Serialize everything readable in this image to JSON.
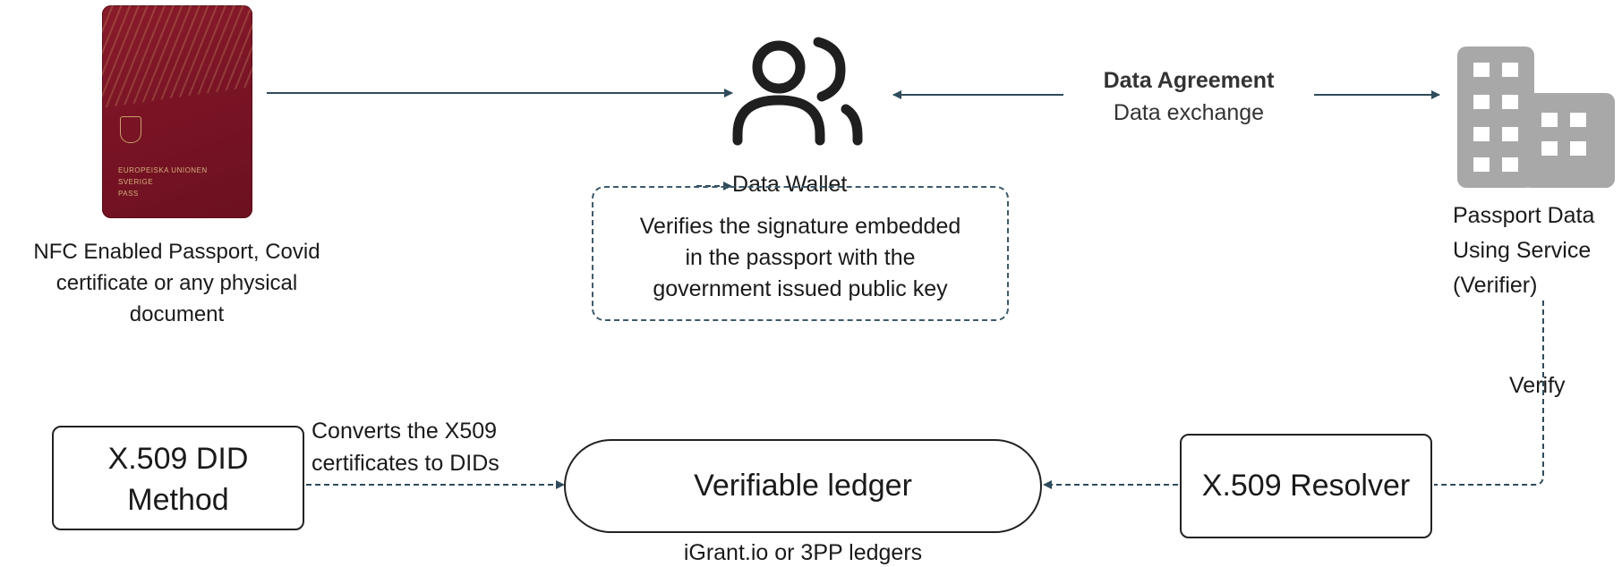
{
  "passport": {
    "cover_lines": [
      "EUROPEISKA UNIONEN",
      "SVERIGE",
      "PASS"
    ],
    "caption_lines": [
      "NFC Enabled Passport, Covid",
      "certificate or any physical",
      "document"
    ]
  },
  "wallet": {
    "title": "Data Wallet",
    "description_lines": [
      "Verifies the signature embedded",
      "in the passport with the",
      "government issued public key"
    ]
  },
  "agreement": {
    "title": "Data Agreement",
    "subtitle": "Data exchange"
  },
  "verifier": {
    "lines": [
      "Passport Data",
      "Using Service",
      "(Verifier)"
    ],
    "edge_label": "Verify"
  },
  "did_method": {
    "lines": [
      "X.509 DID",
      "Method"
    ],
    "edge_label_lines": [
      "Converts the X509",
      "certificates to DIDs"
    ]
  },
  "ledger": {
    "title": "Verifiable ledger",
    "caption": "iGrant.io or 3PP ledgers"
  },
  "resolver": {
    "title": "X.509 Resolver"
  },
  "colors": {
    "arrow": "#2f4b5c",
    "icon": "#1f1f1f",
    "building": "#a8a8a8"
  }
}
